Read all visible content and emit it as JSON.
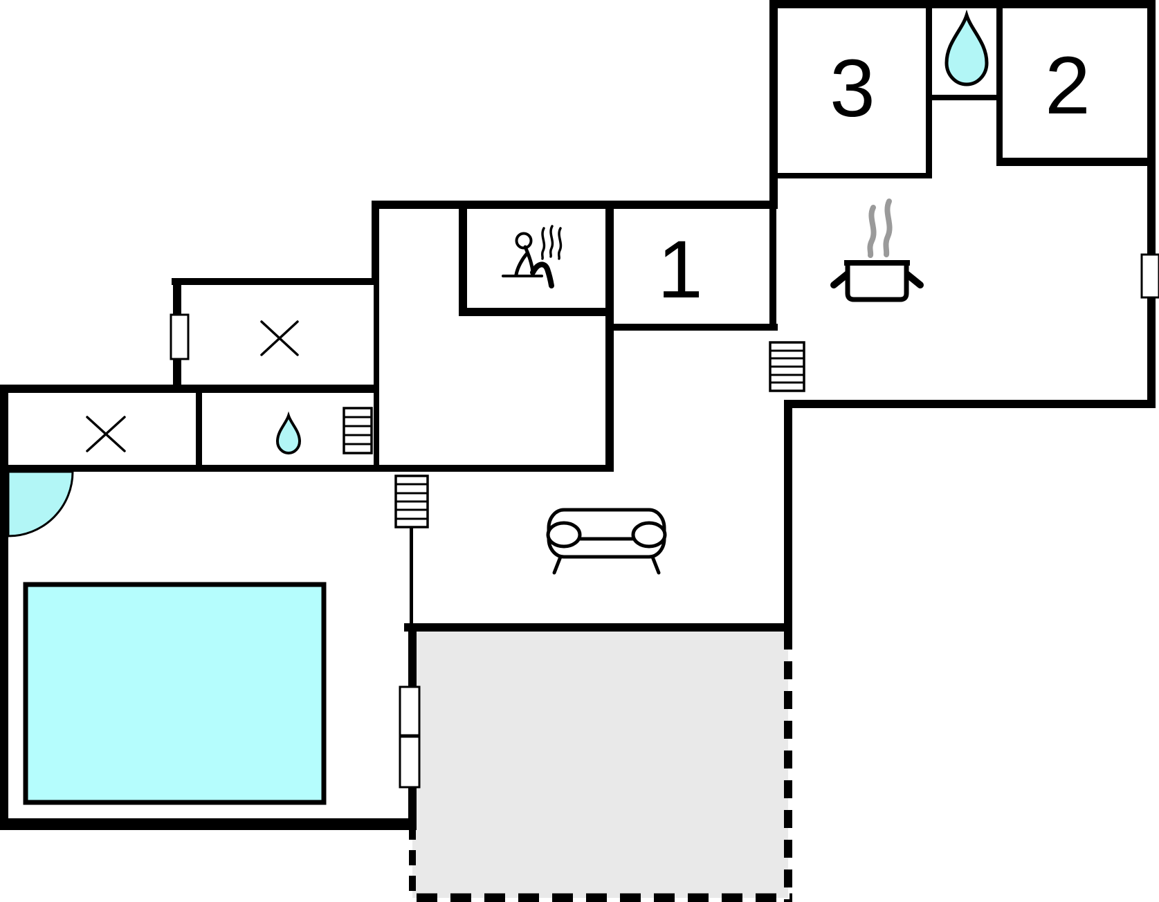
{
  "plan": {
    "type": "floor-plan",
    "rooms": [
      {
        "label": "1",
        "name": "bedroom-1"
      },
      {
        "label": "2",
        "name": "bedroom-2"
      },
      {
        "label": "3",
        "name": "bedroom-3"
      }
    ],
    "features": [
      "shower-water-drop",
      "small-water-drop",
      "sauna",
      "kitchen-pot",
      "sofa",
      "pool",
      "terrace",
      "stairs-upper",
      "stairs-living",
      "stairs-kitchen",
      "door-swing-arc",
      "windows",
      "x-marks"
    ],
    "colors": {
      "wall": "#000000",
      "water": "#b2f6f6",
      "pool": "#b5fdfd",
      "terrace": "#e9e9e9",
      "steam": "#9a9a9a",
      "background": "#ffffff"
    }
  }
}
